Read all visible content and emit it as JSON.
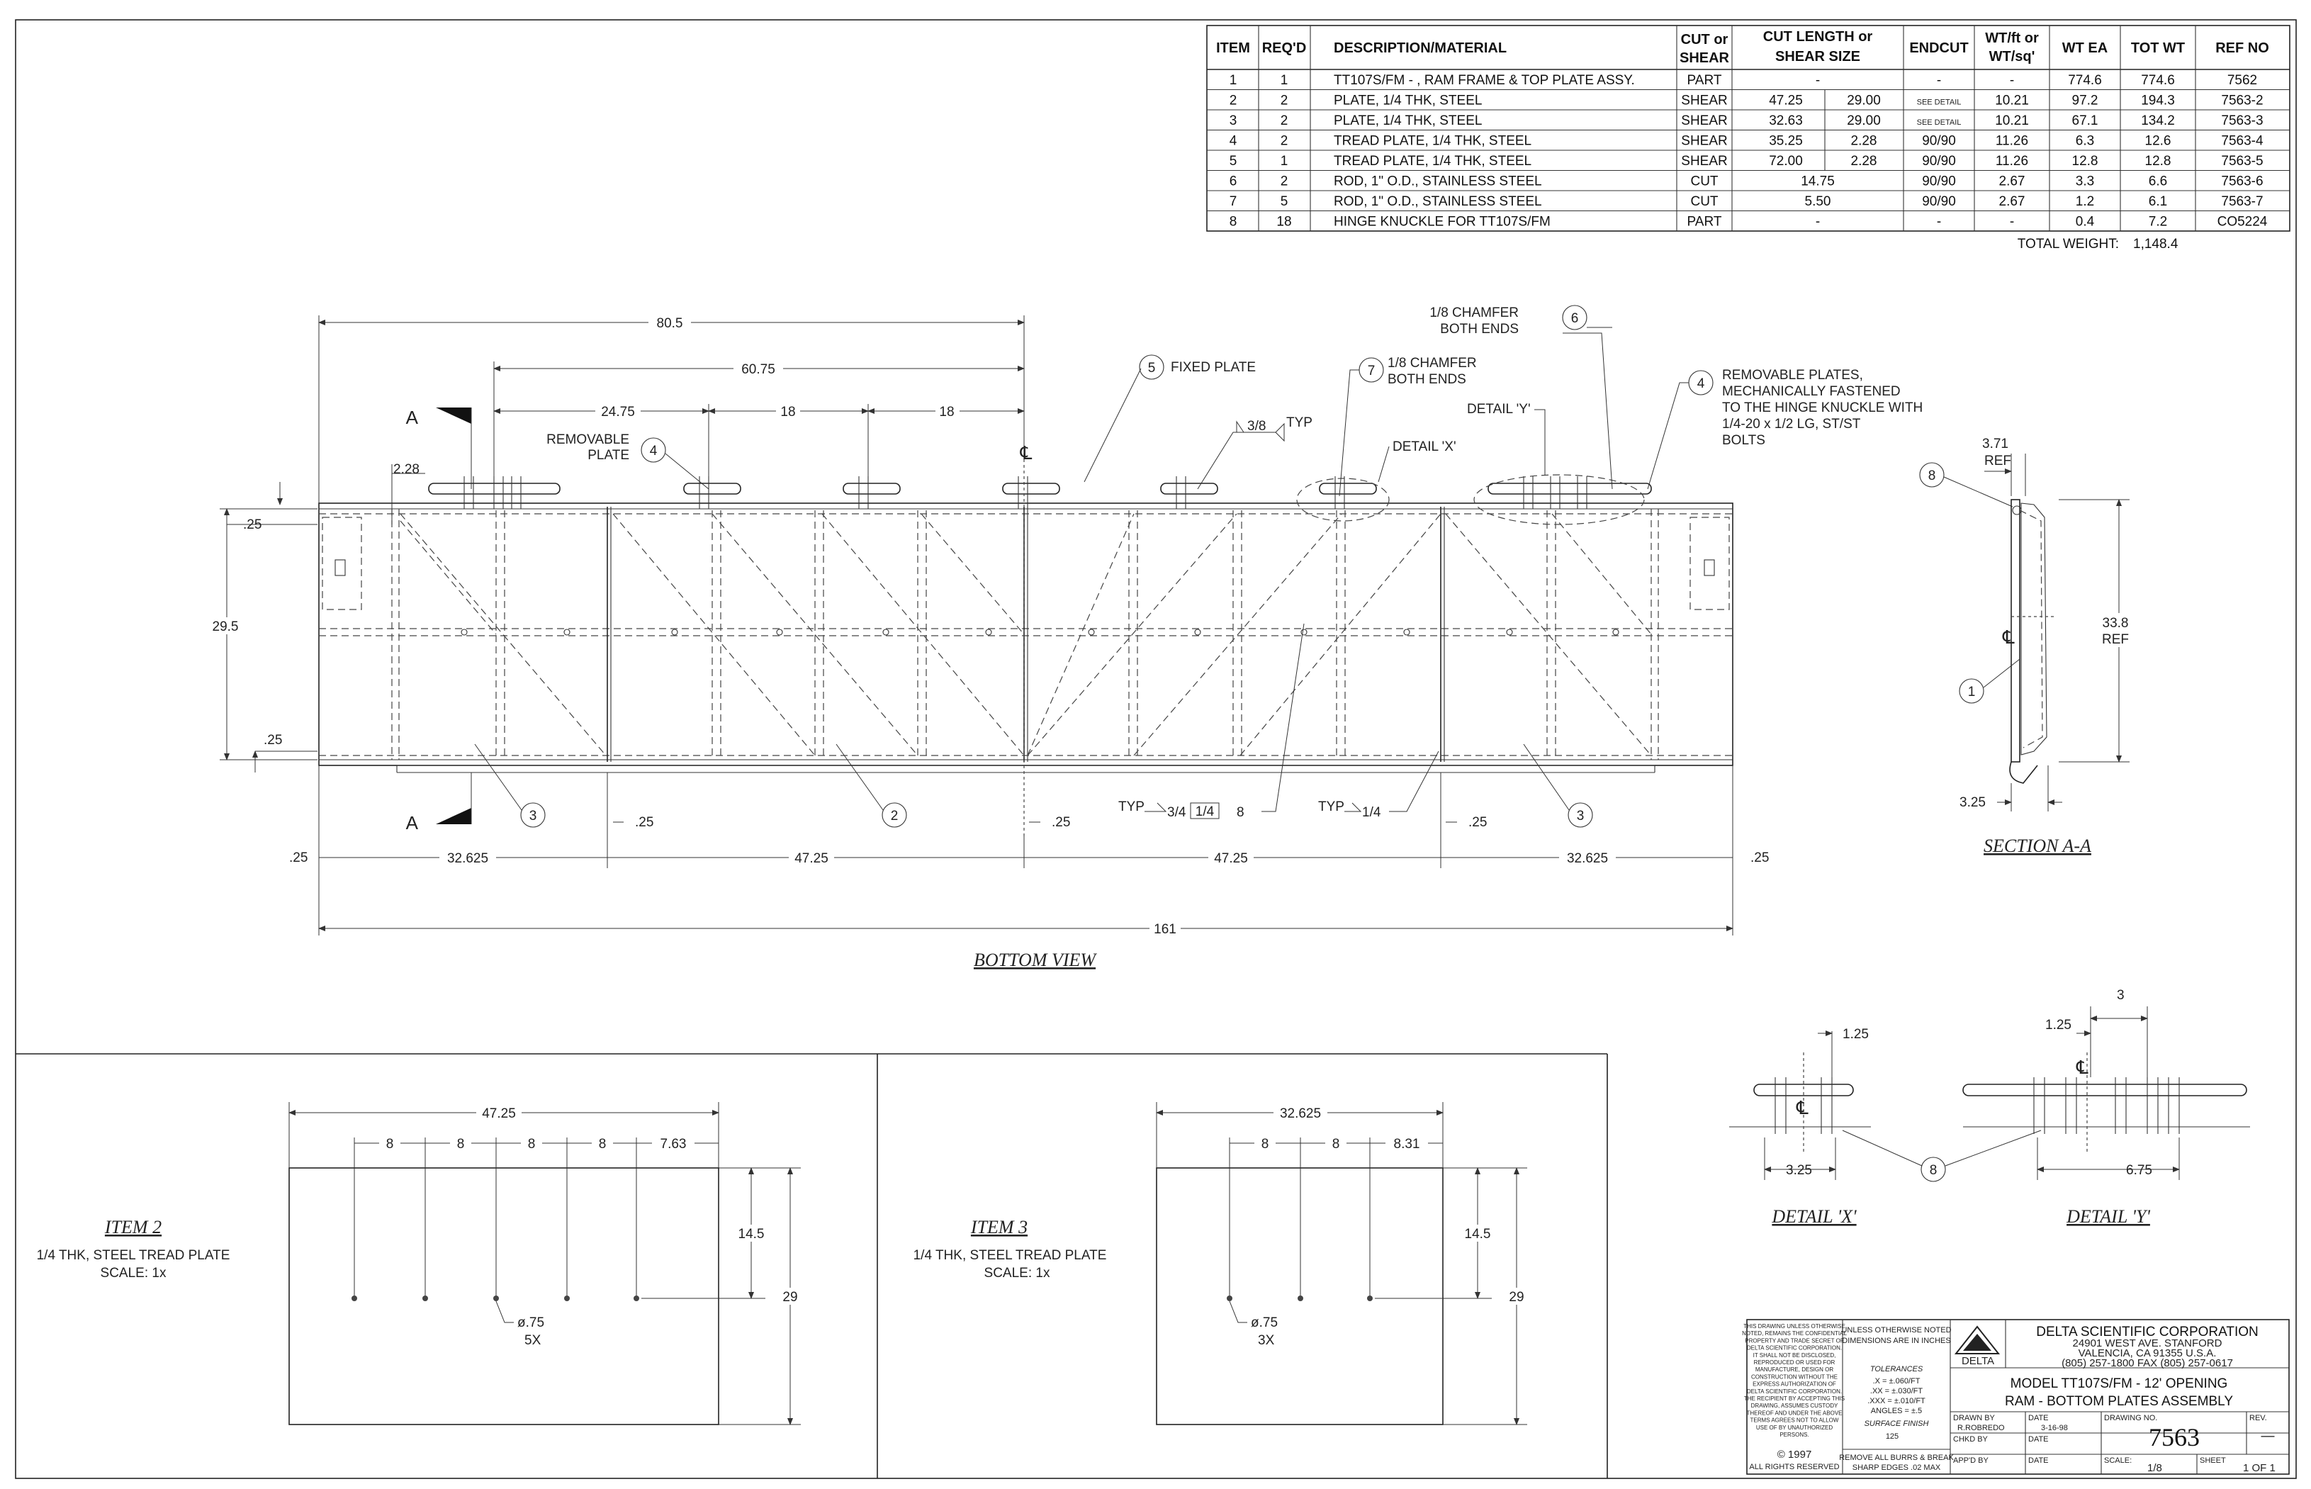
{
  "bom": {
    "headers": [
      "ITEM",
      "REQ'D",
      "DESCRIPTION/MATERIAL",
      "CUT or SHEAR",
      "CUT LENGTH or SHEAR SIZE",
      "ENDCUT",
      "WT/ft or WT/sq'",
      "WT EA",
      "TOT WT",
      "REF NO"
    ],
    "header_lines": {
      "cut_shear": [
        "CUT or",
        "SHEAR"
      ],
      "cut_length": [
        "CUT LENGTH or",
        "SHEAR SIZE"
      ],
      "wt_ft": [
        "WT/ft or",
        "WT/sq'"
      ]
    },
    "rows": [
      {
        "item": "1",
        "req": "1",
        "desc": "TT107S/FM - , RAM FRAME & TOP PLATE ASSY.",
        "cs": "PART",
        "len1": "-",
        "len2": "",
        "endcut": "-",
        "wtft": "-",
        "wtea": "774.6",
        "totwt": "774.6",
        "ref": "7562"
      },
      {
        "item": "2",
        "req": "2",
        "desc": "PLATE, 1/4 THK, STEEL",
        "cs": "SHEAR",
        "len1": "47.25",
        "len2": "29.00",
        "endcut": "SEE DETAIL",
        "wtft": "10.21",
        "wtea": "97.2",
        "totwt": "194.3",
        "ref": "7563-2"
      },
      {
        "item": "3",
        "req": "2",
        "desc": "PLATE, 1/4 THK, STEEL",
        "cs": "SHEAR",
        "len1": "32.63",
        "len2": "29.00",
        "endcut": "SEE DETAIL",
        "wtft": "10.21",
        "wtea": "67.1",
        "totwt": "134.2",
        "ref": "7563-3"
      },
      {
        "item": "4",
        "req": "2",
        "desc": "TREAD PLATE, 1/4 THK, STEEL",
        "cs": "SHEAR",
        "len1": "35.25",
        "len2": "2.28",
        "endcut": "90/90",
        "wtft": "11.26",
        "wtea": "6.3",
        "totwt": "12.6",
        "ref": "7563-4"
      },
      {
        "item": "5",
        "req": "1",
        "desc": "TREAD PLATE, 1/4 THK, STEEL",
        "cs": "SHEAR",
        "len1": "72.00",
        "len2": "2.28",
        "endcut": "90/90",
        "wtft": "11.26",
        "wtea": "12.8",
        "totwt": "12.8",
        "ref": "7563-5"
      },
      {
        "item": "6",
        "req": "2",
        "desc": "ROD, 1\" O.D., STAINLESS STEEL",
        "cs": "CUT",
        "len1": "14.75",
        "len2": "",
        "endcut": "90/90",
        "wtft": "2.67",
        "wtea": "3.3",
        "totwt": "6.6",
        "ref": "7563-6"
      },
      {
        "item": "7",
        "req": "5",
        "desc": "ROD, 1\" O.D., STAINLESS STEEL",
        "cs": "CUT",
        "len1": "5.50",
        "len2": "",
        "endcut": "90/90",
        "wtft": "2.67",
        "wtea": "1.2",
        "totwt": "6.1",
        "ref": "7563-7"
      },
      {
        "item": "8",
        "req": "18",
        "desc": "HINGE KNUCKLE FOR TT107S/FM",
        "cs": "PART",
        "len1": "-",
        "len2": "",
        "endcut": "-",
        "wtft": "-",
        "wtea": "0.4",
        "totwt": "7.2",
        "ref": "CO5224"
      }
    ],
    "total_label": "TOTAL WEIGHT:",
    "total_value": "1,148.4"
  },
  "bottom_view": {
    "title": "BOTTOM VIEW",
    "dims_top": {
      "d1": "80.5",
      "d2": "60.75",
      "d3": "24.75",
      "d4": "18",
      "d5": "18",
      "d6": "2.28",
      "d7": ".25",
      "d8": "29.5",
      "d9": ".25"
    },
    "dims_bottom": {
      "a": ".25",
      "b": "32.625",
      "c": ".25",
      "d": "47.25",
      "e": ".25",
      "f": "47.25",
      "g": ".25",
      "h": "32.625",
      "i": ".25",
      "total": "161"
    },
    "section_mark": "A",
    "callouts": {
      "fixed_plate": "FIXED PLATE",
      "chamfer1_l1": "1/8 CHAMFER",
      "chamfer1_l2": "BOTH ENDS",
      "chamfer2_l1": "1/8 CHAMFER",
      "chamfer2_l2": "BOTH ENDS",
      "removable_l1": "REMOVABLE",
      "removable_l2": "PLATE",
      "detail_x": "DETAIL 'X'",
      "detail_y": "DETAIL 'Y'",
      "removable_plates_l1": "REMOVABLE PLATES,",
      "removable_plates_l2": "MECHANICALLY FASTENED",
      "removable_plates_l3": "TO THE HINGE KNUCKLE WITH",
      "removable_plates_l4": "1/4-20 x 1/2 LG, ST/ST",
      "removable_plates_l5": "BOLTS",
      "weld_typ": "TYP",
      "weld1": "3/8",
      "weld2a": "3/4",
      "weld2b": "1/4",
      "weld2c": "8",
      "weld3": "1/4"
    },
    "balloons": [
      "1",
      "2",
      "3",
      "4",
      "5",
      "6",
      "7",
      "8"
    ]
  },
  "section_aa": {
    "title": "SECTION A-A",
    "dim_ref1": "3.71",
    "dim_ref2": "33.8",
    "ref_label": "REF",
    "dim_bottom": "3.25"
  },
  "detail_x": {
    "title": "DETAIL 'X'",
    "dim_top": "1.25",
    "dim_bottom": "3.25"
  },
  "detail_y": {
    "title": "DETAIL 'Y'",
    "dim_top1": "1.25",
    "dim_top2": "3",
    "dim_bottom": "6.75"
  },
  "item2": {
    "title": "ITEM 2",
    "desc": "1/4 THK, STEEL TREAD PLATE",
    "scale": "SCALE: 1x",
    "width": "47.25",
    "spacing": [
      "8",
      "8",
      "8",
      "8",
      "7.63"
    ],
    "h1": "14.5",
    "h2": "29",
    "hole_l1": "ø.75",
    "hole_l2": "5X"
  },
  "item3": {
    "title": "ITEM 3",
    "desc": "1/4 THK, STEEL TREAD PLATE",
    "scale": "SCALE: 1x",
    "width": "32.625",
    "spacing": [
      "8",
      "8",
      "8.31"
    ],
    "h1": "14.5",
    "h2": "29",
    "hole_l1": "ø.75",
    "hole_l2": "3X"
  },
  "title_block": {
    "notice": [
      "THIS DRAWING UNLESS OTHERWISE",
      "NOTED, REMAINS THE CONFIDENTIAL",
      "PROPERTY AND TRADE SECRET OF",
      "DELTA SCIENTIFIC CORPORATION.",
      "IT SHALL NOT BE DISCLOSED,",
      "REPRODUCED OR USED FOR",
      "MANUFACTURE, DESIGN OR",
      "CONSTRUCTION WITHOUT THE",
      "EXPRESS AUTHORIZATION OF",
      "DELTA SCIENTIFIC CORPORATION.",
      "THE RECIPIENT BY ACCEPTING THIS",
      "DRAWING, ASSUMES CUSTODY",
      "THEREOF AND UNDER THE ABOVE",
      "TERMS AGREES NOT TO ALLOW",
      "USE OF BY UNAUTHORIZED",
      "PERSONS."
    ],
    "copyright": "© 1997",
    "rights": "ALL RIGHTS RESERVED",
    "unless_l1": "UNLESS OTHERWISE NOTED",
    "unless_l2": "DIMENSIONS ARE IN INCHES",
    "tolerances": "TOLERANCES",
    "tol1": ".X = ±.060/FT",
    "tol2": ".XX = ±.030/FT",
    "tol3": ".XXX = ±.010/FT",
    "tol4": "ANGLES = ±.5",
    "surface": "SURFACE FINISH",
    "surface_val": "125",
    "remove_l1": "REMOVE ALL BURRS & BREAK",
    "remove_l2": "SHARP EDGES .02 MAX",
    "logo": "DELTA",
    "company": "DELTA SCIENTIFIC CORPORATION",
    "addr1": "24901 WEST AVE. STANFORD",
    "addr2": "VALENCIA, CA 91355 U.S.A.",
    "addr3": "(805) 257-1800 FAX (805) 257-0617",
    "model": "MODEL TT107S/FM - 12' OPENING",
    "subtitle": "RAM - BOTTOM PLATES ASSEMBLY",
    "drawn_by_label": "DRAWN BY",
    "drawn_by": "R.ROBREDO",
    "date_label": "DATE",
    "date": "3-16-98",
    "chkd_label": "CHKD BY",
    "appd_label": "APP'D BY",
    "dwg_no_label": "DRAWING NO.",
    "dwg_no": "7563",
    "rev_label": "REV.",
    "rev": "—",
    "scale_label": "SCALE:",
    "scale": "1/8",
    "sheet_label": "SHEET",
    "sheet": "1 OF 1"
  }
}
